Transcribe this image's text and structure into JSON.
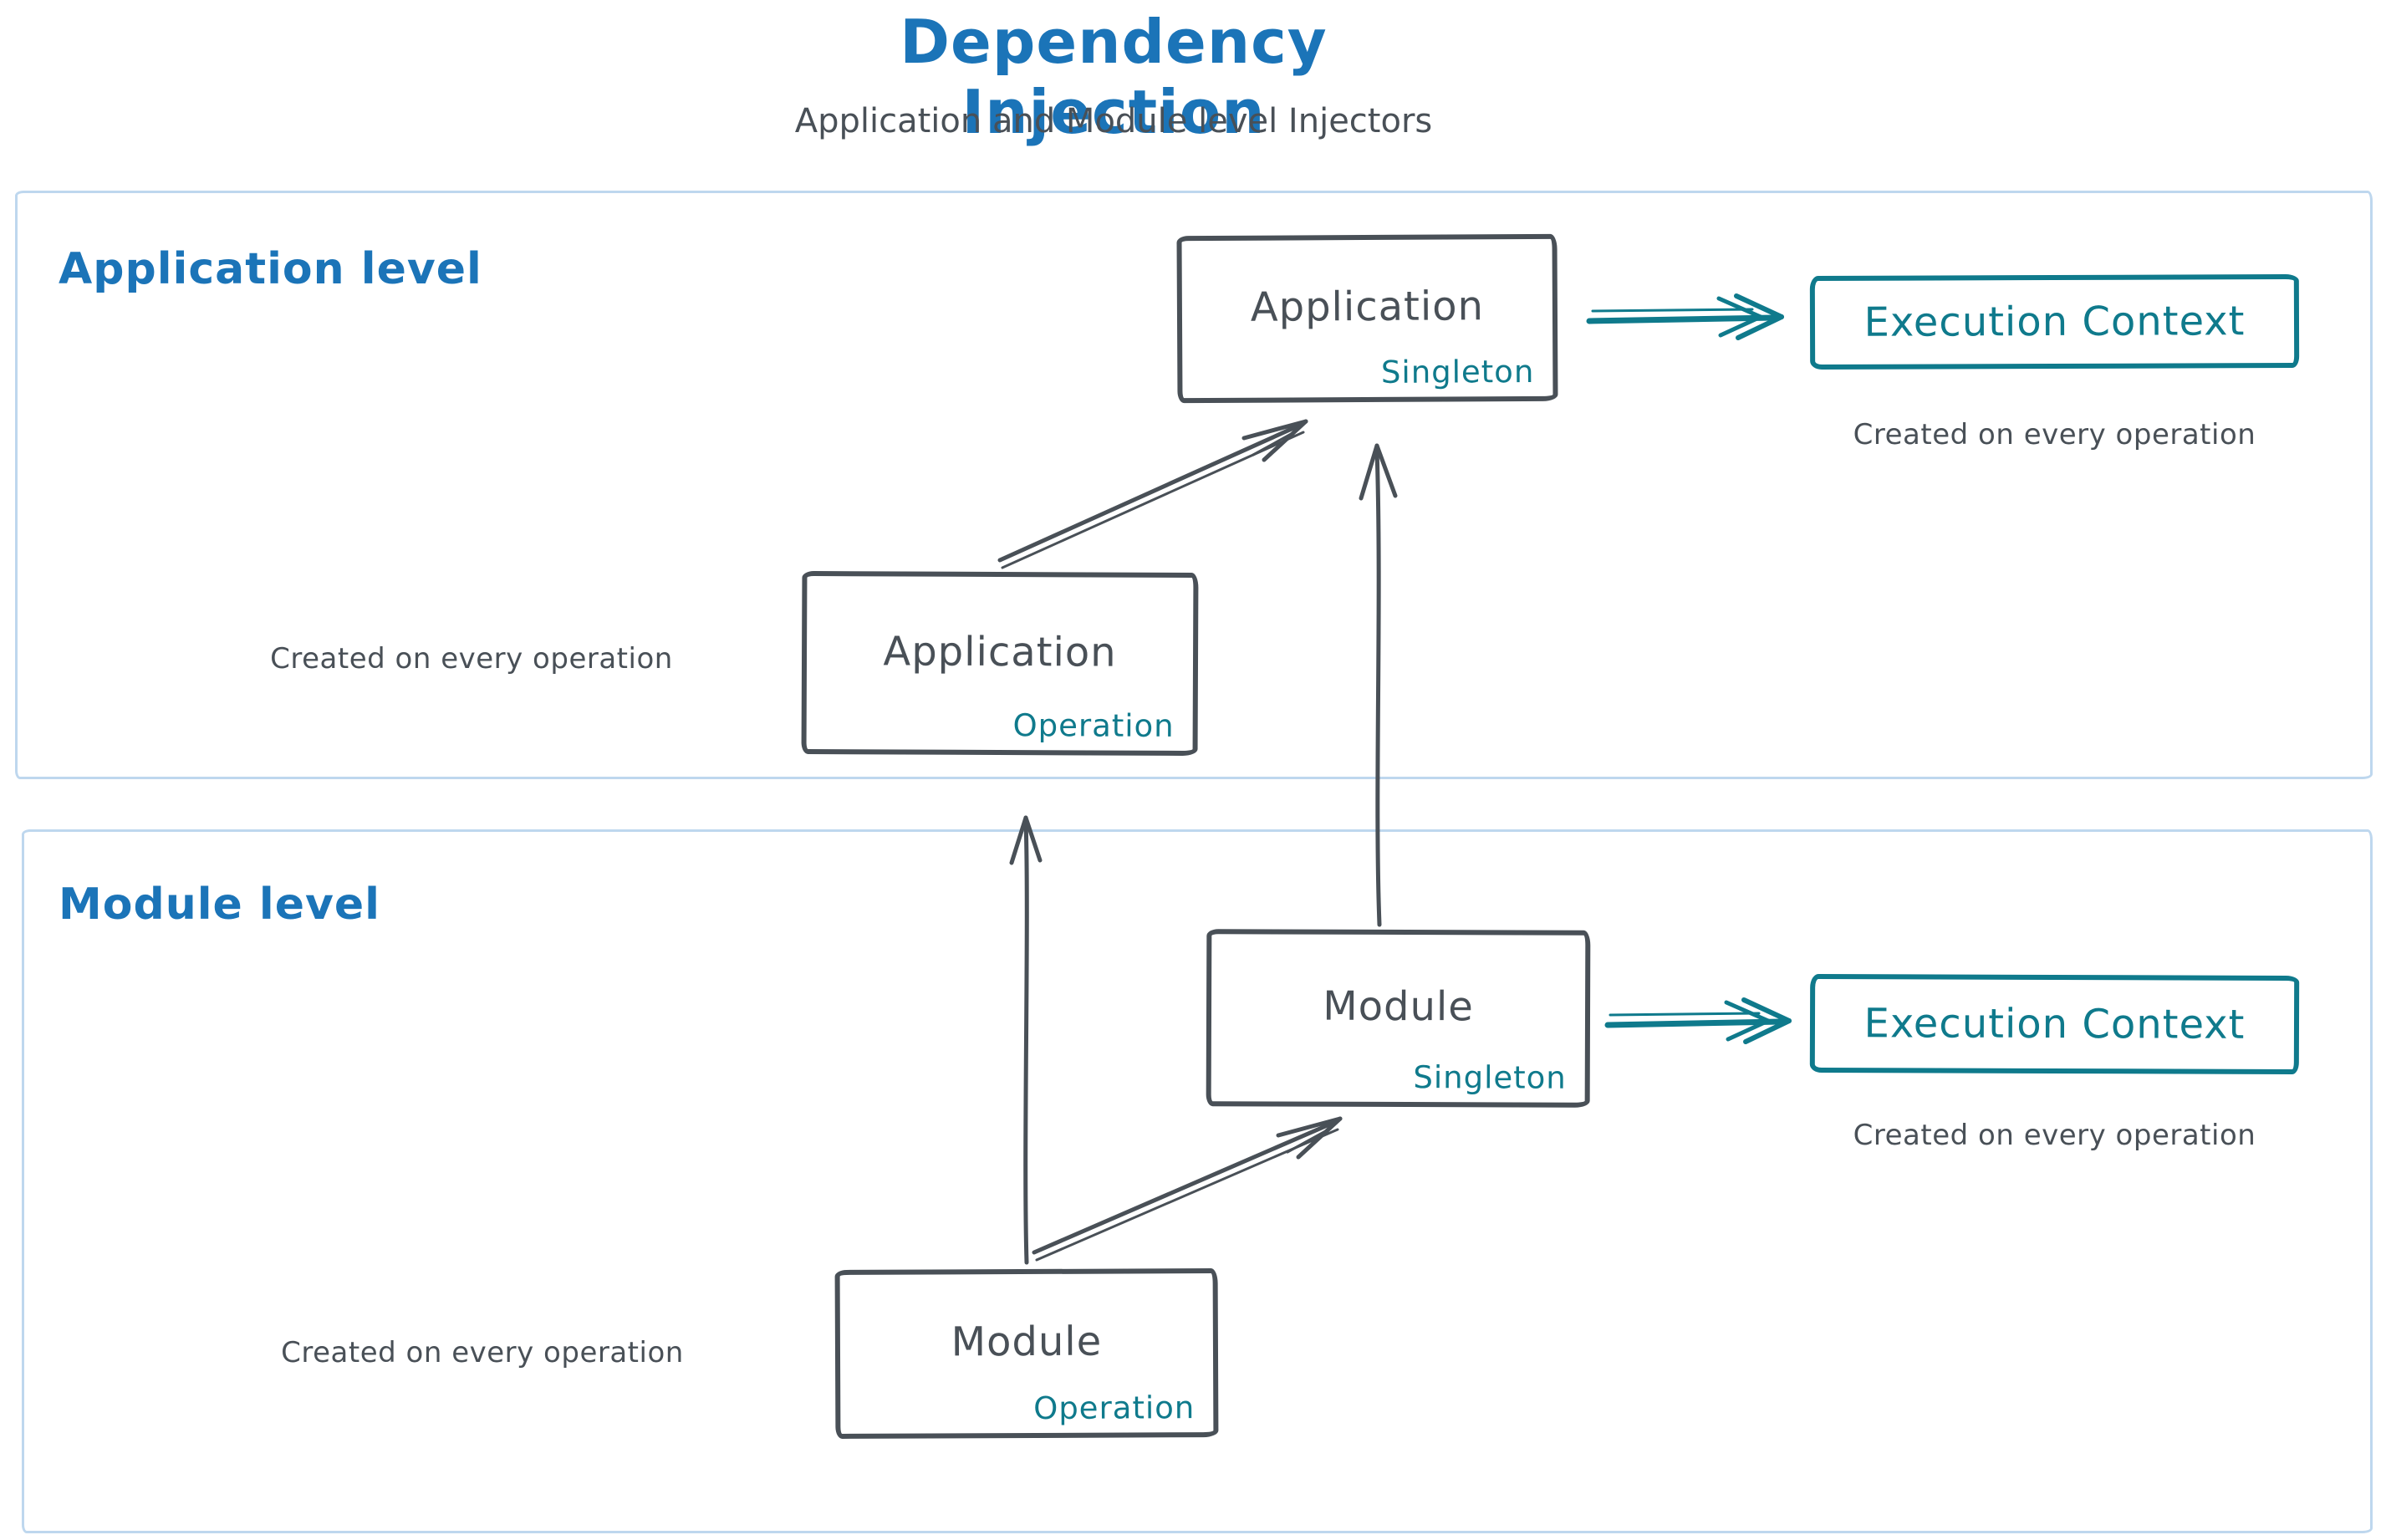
{
  "page": {
    "title": "Dependency Injection",
    "subtitle": "Application and Module level Injectors"
  },
  "colors": {
    "heading_blue": "#1b74b8",
    "teal": "#0f7a8c",
    "ink": "#495057",
    "frame_blue": "#bed7ee",
    "background": "#ffffff"
  },
  "application_level": {
    "label": "Application level",
    "singleton_node": {
      "title": "Application",
      "scope": "Singleton"
    },
    "operation_node": {
      "title": "Application",
      "scope": "Operation"
    },
    "operation_note": "Created on every operation",
    "execution_context": {
      "title": "Execution Context",
      "note": "Created on every operation"
    }
  },
  "module_level": {
    "label": "Module level",
    "singleton_node": {
      "title": "Module",
      "scope": "Singleton"
    },
    "operation_node": {
      "title": "Module",
      "scope": "Operation"
    },
    "operation_note": "Created on every operation",
    "execution_context": {
      "title": "Execution Context",
      "note": "Created on every operation"
    }
  }
}
